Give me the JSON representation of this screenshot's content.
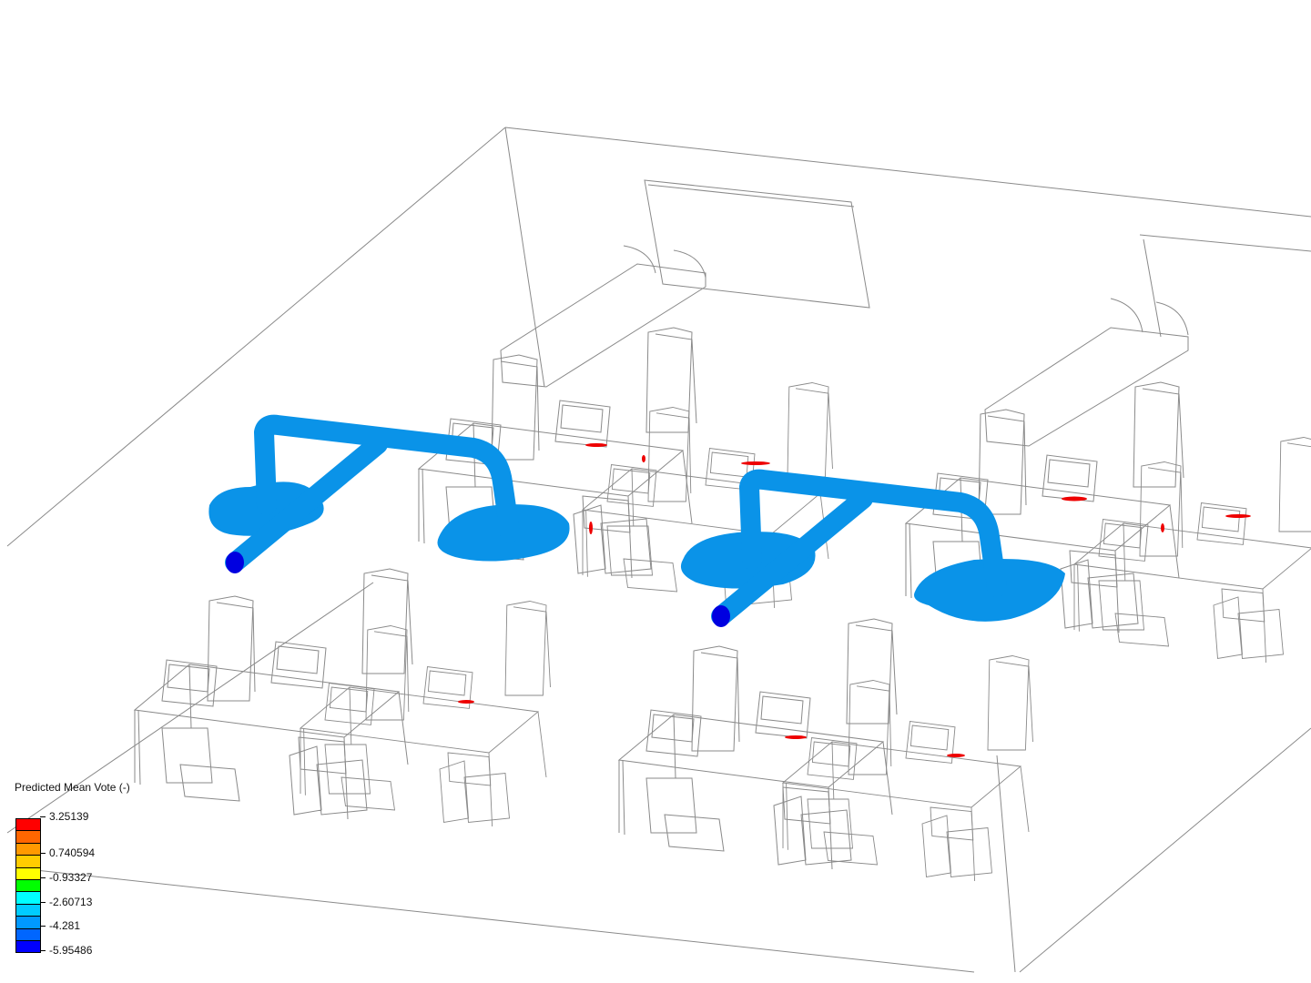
{
  "legend": {
    "title": "Predicted Mean Vote (-)",
    "ticks": [
      "3.25139",
      "0.740594",
      "-0.93327",
      "-2.60713",
      "-4.281",
      "-5.95486"
    ],
    "colors": [
      "#ff0000",
      "#ff6600",
      "#ff9900",
      "#ffcc00",
      "#ffff00",
      "#00ff00",
      "#00ffff",
      "#00ccff",
      "#0099ff",
      "#0066ff",
      "#0000ff"
    ]
  },
  "colors": {
    "pipe": "#0a93e8",
    "inlet": "#0000e0",
    "hotspot": "#ee0000",
    "wire": "#8a8a8a"
  }
}
